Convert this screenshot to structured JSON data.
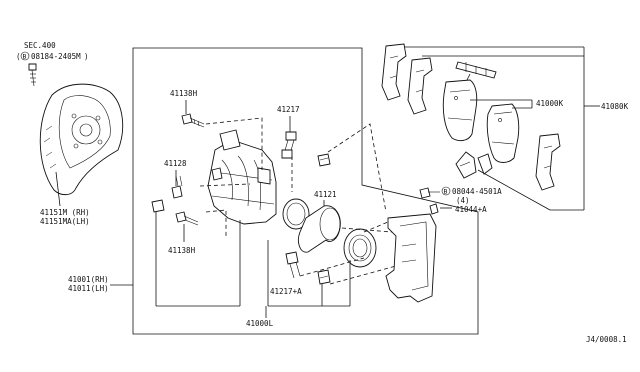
{
  "labels": {
    "sec": "SEC.400",
    "bolt_ref": "08184-2405M",
    "bolt_ref_mark": "B",
    "shield_rh": "41151M (RH)",
    "shield_lh": "41151MA(LH)",
    "pin_bolt_top": "41138H",
    "pin_top_right": "41217",
    "bleeder": "41128",
    "pin_bolt_bottom": "41138H",
    "piston": "41121",
    "seal": "41217+A",
    "caliper_rh": "41001(RH)",
    "caliper_lh": "41011(LH)",
    "caliper_assy": "41000L",
    "pad_kit": "41000K",
    "pad_set": "41080K",
    "bolt_right": "08044-4501A",
    "bolt_right_mark": "B",
    "bolt_right_qty": "(4)",
    "spring": "41044+A",
    "diagram_code": "J4/0008.1"
  },
  "colors": {
    "line": "#111111",
    "background": "#ffffff"
  }
}
